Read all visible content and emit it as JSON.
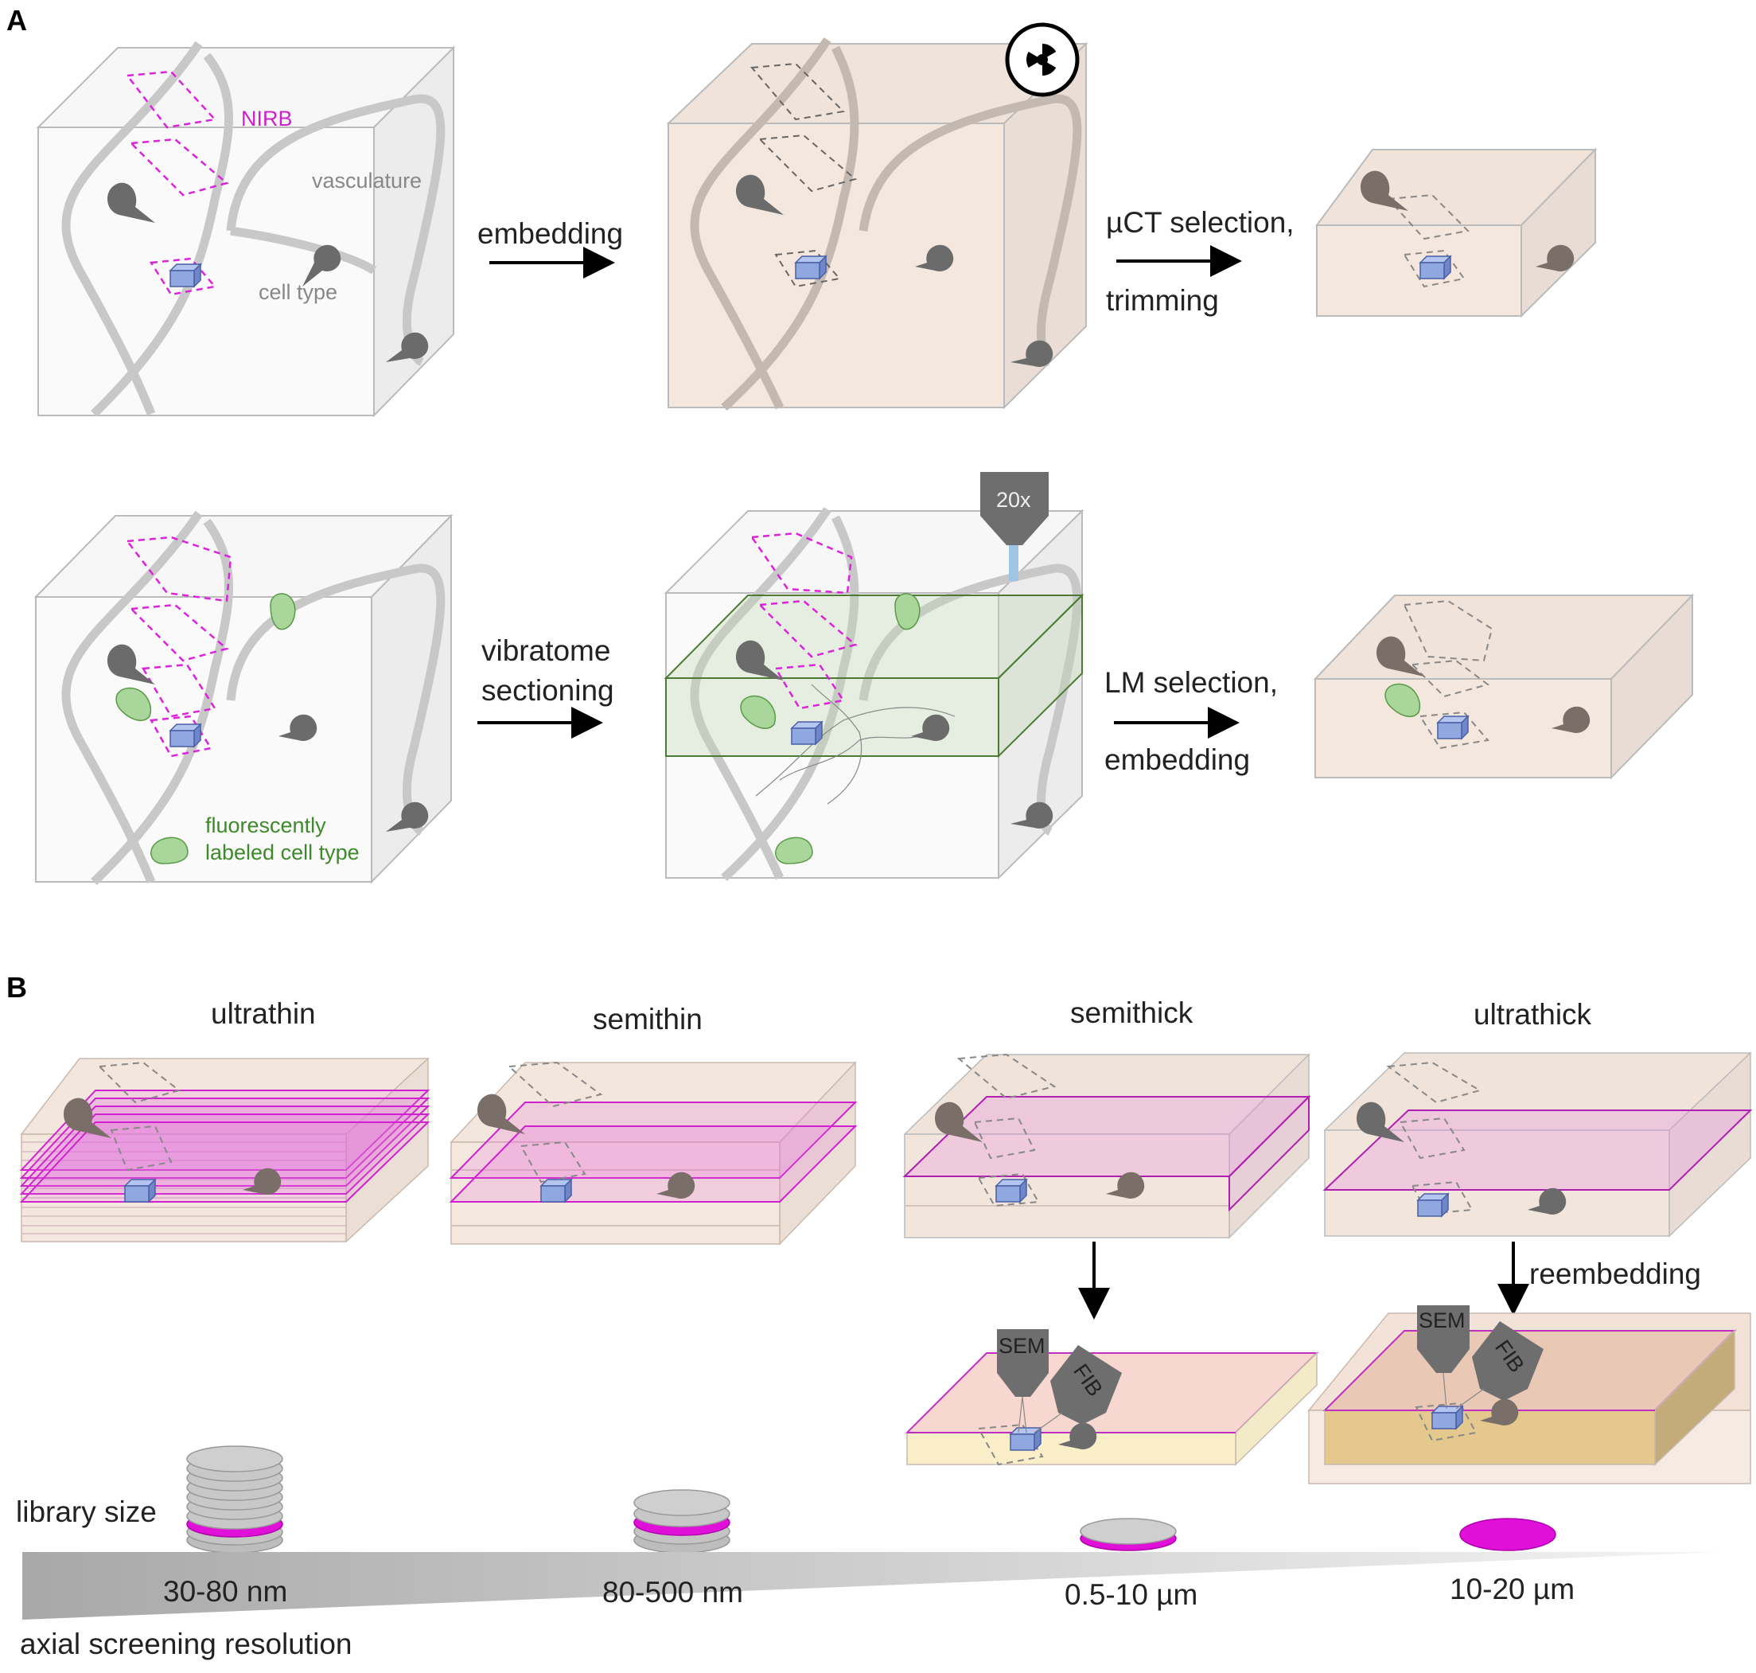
{
  "panels": {
    "a": "A",
    "b": "B"
  },
  "panel_a": {
    "labels": {
      "nirb": "NIRB",
      "vasculature": "vasculature",
      "cell_type": "cell type",
      "fluor_line1": "fluorescently",
      "fluor_line2": "labeled cell type",
      "objective": "20x"
    },
    "steps": {
      "embedding": "embedding",
      "uct_line1": "µCT selection,",
      "uct_line2": "trimming",
      "vib_line1": "vibratome",
      "vib_line2": "sectioning",
      "lm_line1": "LM selection,",
      "lm_line2": "embedding"
    }
  },
  "panel_b": {
    "titles": [
      "ultrathin",
      "semithin",
      "semithick",
      "ultrathick"
    ],
    "reembedding": "reembedding",
    "instruments": {
      "sem": "SEM",
      "fib": "FIB"
    },
    "library_size": "library size",
    "resolutions": [
      "30-80 nm",
      "80-500 nm",
      "0.5-10 µm",
      "10-20 µm"
    ],
    "axis_label": "axial screening resolution"
  },
  "colors": {
    "magenta": "#dd22dd",
    "resin": "#f3e6dc",
    "green_label": "#3d8a2a",
    "cube": "#8fa8e0",
    "cell": "#6b6b6b"
  }
}
